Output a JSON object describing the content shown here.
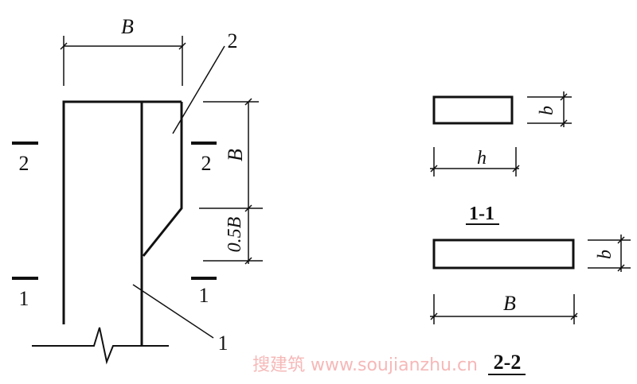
{
  "labels": {
    "top_width": "B",
    "leader_2": "2",
    "leader_1": "1",
    "section_left_2": "2",
    "section_right_2": "2",
    "section_left_1": "1",
    "section_right_1": "1",
    "height_B": "B",
    "height_half_B": "0.5B"
  },
  "section_1_1": {
    "title": "1-1",
    "width_label": "h",
    "thickness_label": "b"
  },
  "section_2_2": {
    "title": "2-2",
    "width_label": "B",
    "thickness_label": "b"
  },
  "watermark": "搜建筑 www.soujianzhu.cn"
}
